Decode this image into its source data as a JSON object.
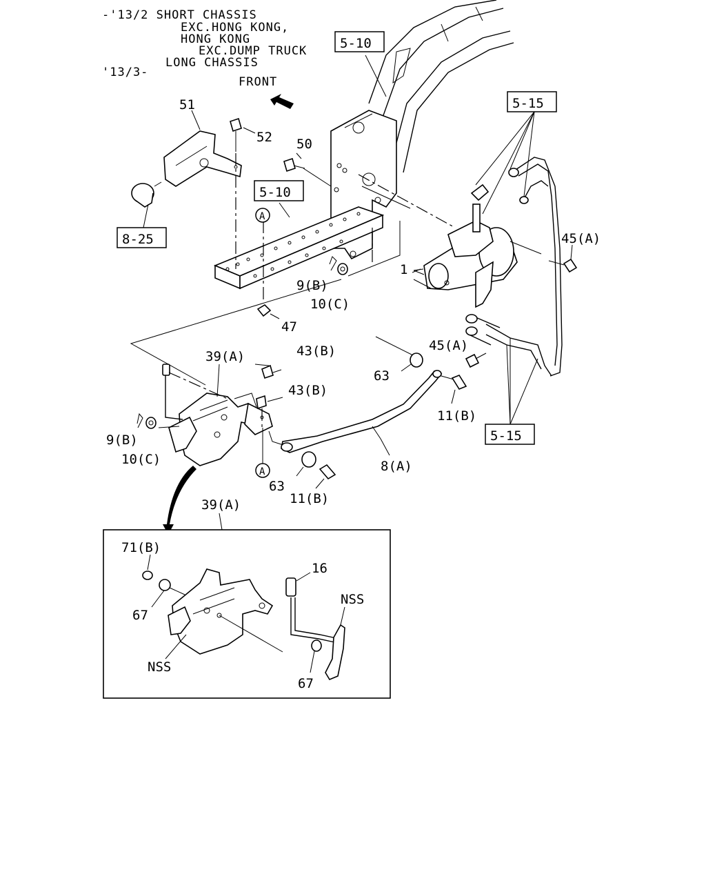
{
  "header": {
    "line1": "-'13/2 SHORT CHASSIS",
    "line2": "EXC.HONG KONG,",
    "line3": "HONG KONG",
    "line4": "EXC.DUMP TRUCK",
    "line5": "LONG CHASSIS",
    "line6": "'13/3-",
    "front": "FRONT"
  },
  "refs": {
    "r510a": "5-10",
    "r510b": "5-10",
    "r515a": "5-15",
    "r515b": "5-15",
    "r825": "8-25"
  },
  "callouts": {
    "p51": "51",
    "p52": "52",
    "p50": "50",
    "pA1": "A",
    "pA2": "A",
    "p1": "1",
    "p45a": "45(A)",
    "p45b": "45(A)",
    "p9b1": "9(B)",
    "p10c1": "10(C)",
    "p47": "47",
    "p39a": "39(A)",
    "p43b1": "43(B)",
    "p43b2": "43(B)",
    "p63a": "63",
    "p11b1": "11(B)",
    "p9b2": "9(B)",
    "p10c2": "10(C)",
    "p8a": "8(A)",
    "p63b": "63",
    "p11b2": "11(B)"
  },
  "detail": {
    "title": "39(A)",
    "p71b": "71(B)",
    "p16": "16",
    "p67a": "67",
    "pnss1": "NSS",
    "pnss2": "NSS",
    "p67b": "67"
  }
}
